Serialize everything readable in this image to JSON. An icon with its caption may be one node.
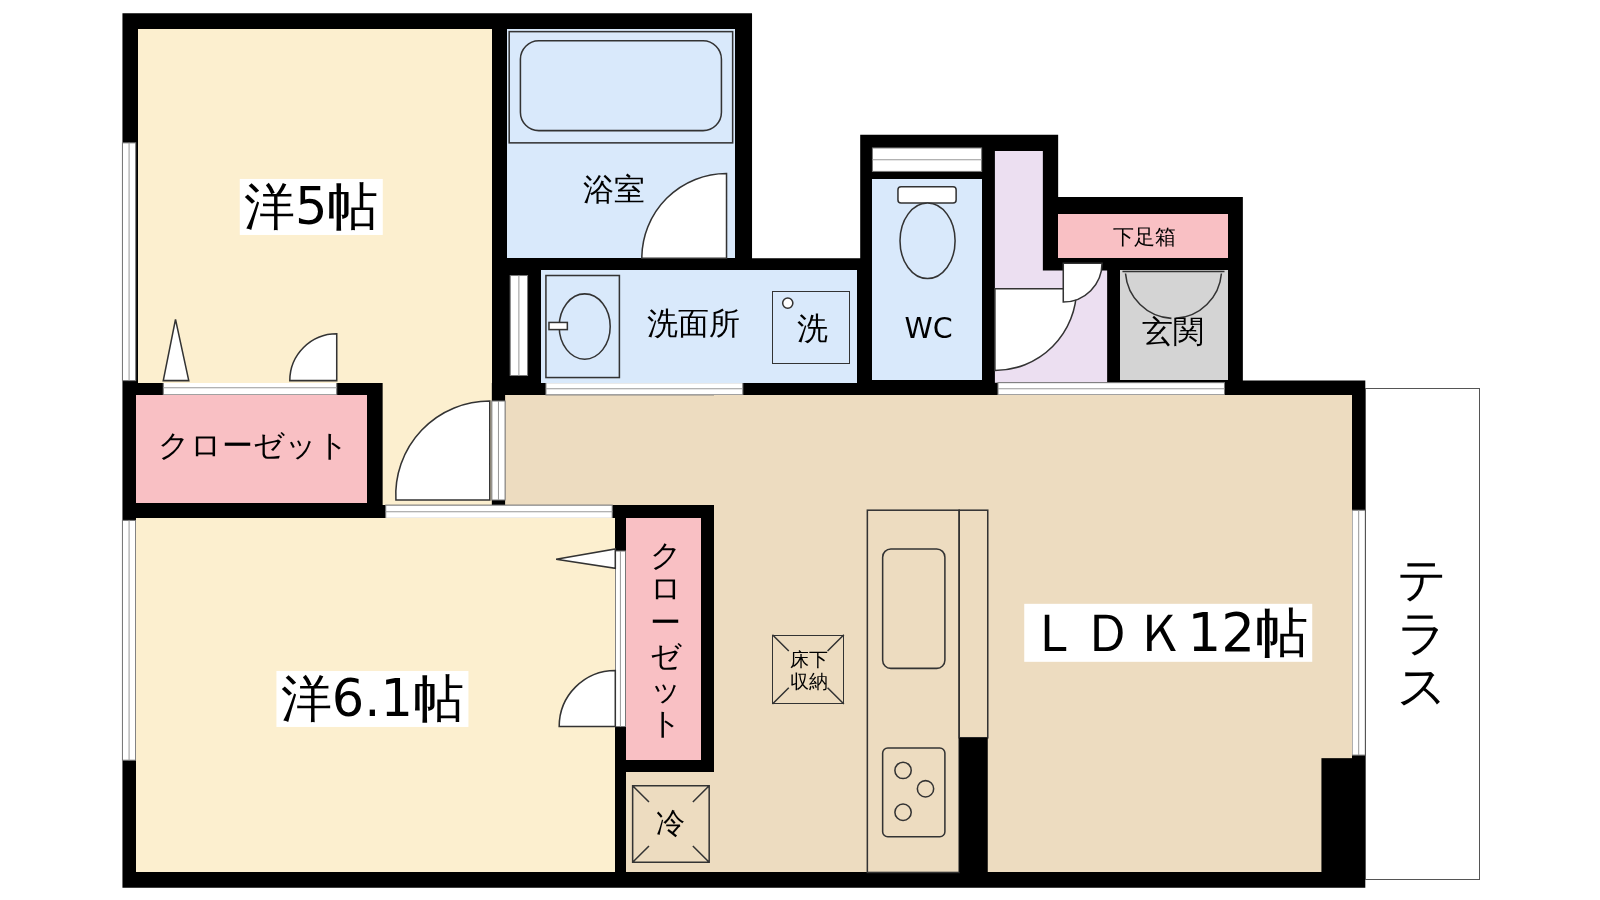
{
  "diagram": {
    "nodes": [
      {
        "text": [
          "洋5帖"
        ]
      },
      {
        "text": [
          "浴室"
        ]
      },
      {
        "text": [
          "洗面所"
        ]
      },
      {
        "text": [
          "洗"
        ],
        "in": 2
      },
      {
        "text": [
          "WC"
        ]
      },
      {
        "text": [
          "下足箱"
        ]
      },
      {
        "text": [
          "玄関"
        ]
      },
      {
        "text": [
          "クローゼット"
        ]
      },
      {
        "text": [
          "ＬＤＫ12帖"
        ]
      },
      {
        "text": [
          "床下収納"
        ],
        "in": 8
      },
      {
        "text": [
          "洋6.1帖"
        ]
      },
      {
        "text": [
          "クローゼット"
        ]
      },
      {
        "text": [
          "冷"
        ]
      },
      {
        "text": [
          "テラス"
        ]
      }
    ]
  }
}
